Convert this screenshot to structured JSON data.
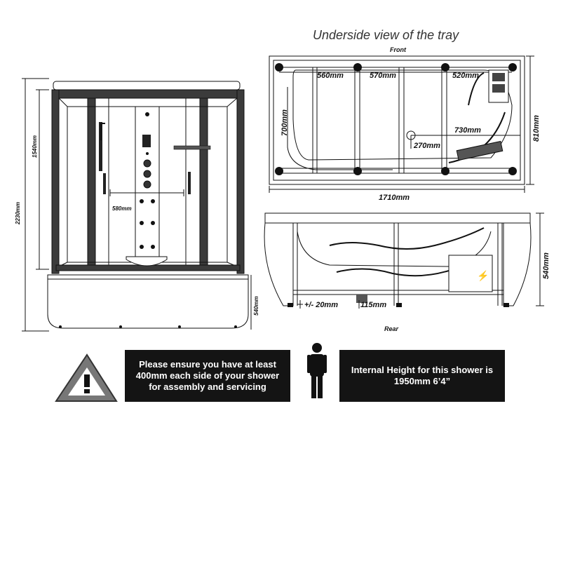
{
  "tray": {
    "title": "Underside view of the tray",
    "front_label": "Front",
    "rear_label": "Rear",
    "dim_560": "560mm",
    "dim_570": "570mm",
    "dim_520": "520mm",
    "dim_700": "700mm",
    "dim_730": "730mm",
    "dim_270": "270mm",
    "dim_810": "810mm",
    "dim_1710": "1710mm",
    "dim_540": "540mm",
    "dim_adjust": "+/- 20mm",
    "dim_115": "115mm"
  },
  "cabin": {
    "dim_2230": "2230mm",
    "dim_1540": "1540mm",
    "dim_580": "580mm",
    "dim_540": "540mm"
  },
  "notices": {
    "warning_icon": "warning-triangle-icon",
    "person_icon": "person-silhouette-icon",
    "clearance_text": "Please ensure you have at least 400mm each side of your shower for assembly and servicing",
    "height_text": "Internal Height for this shower is 1950mm 6’4”"
  }
}
